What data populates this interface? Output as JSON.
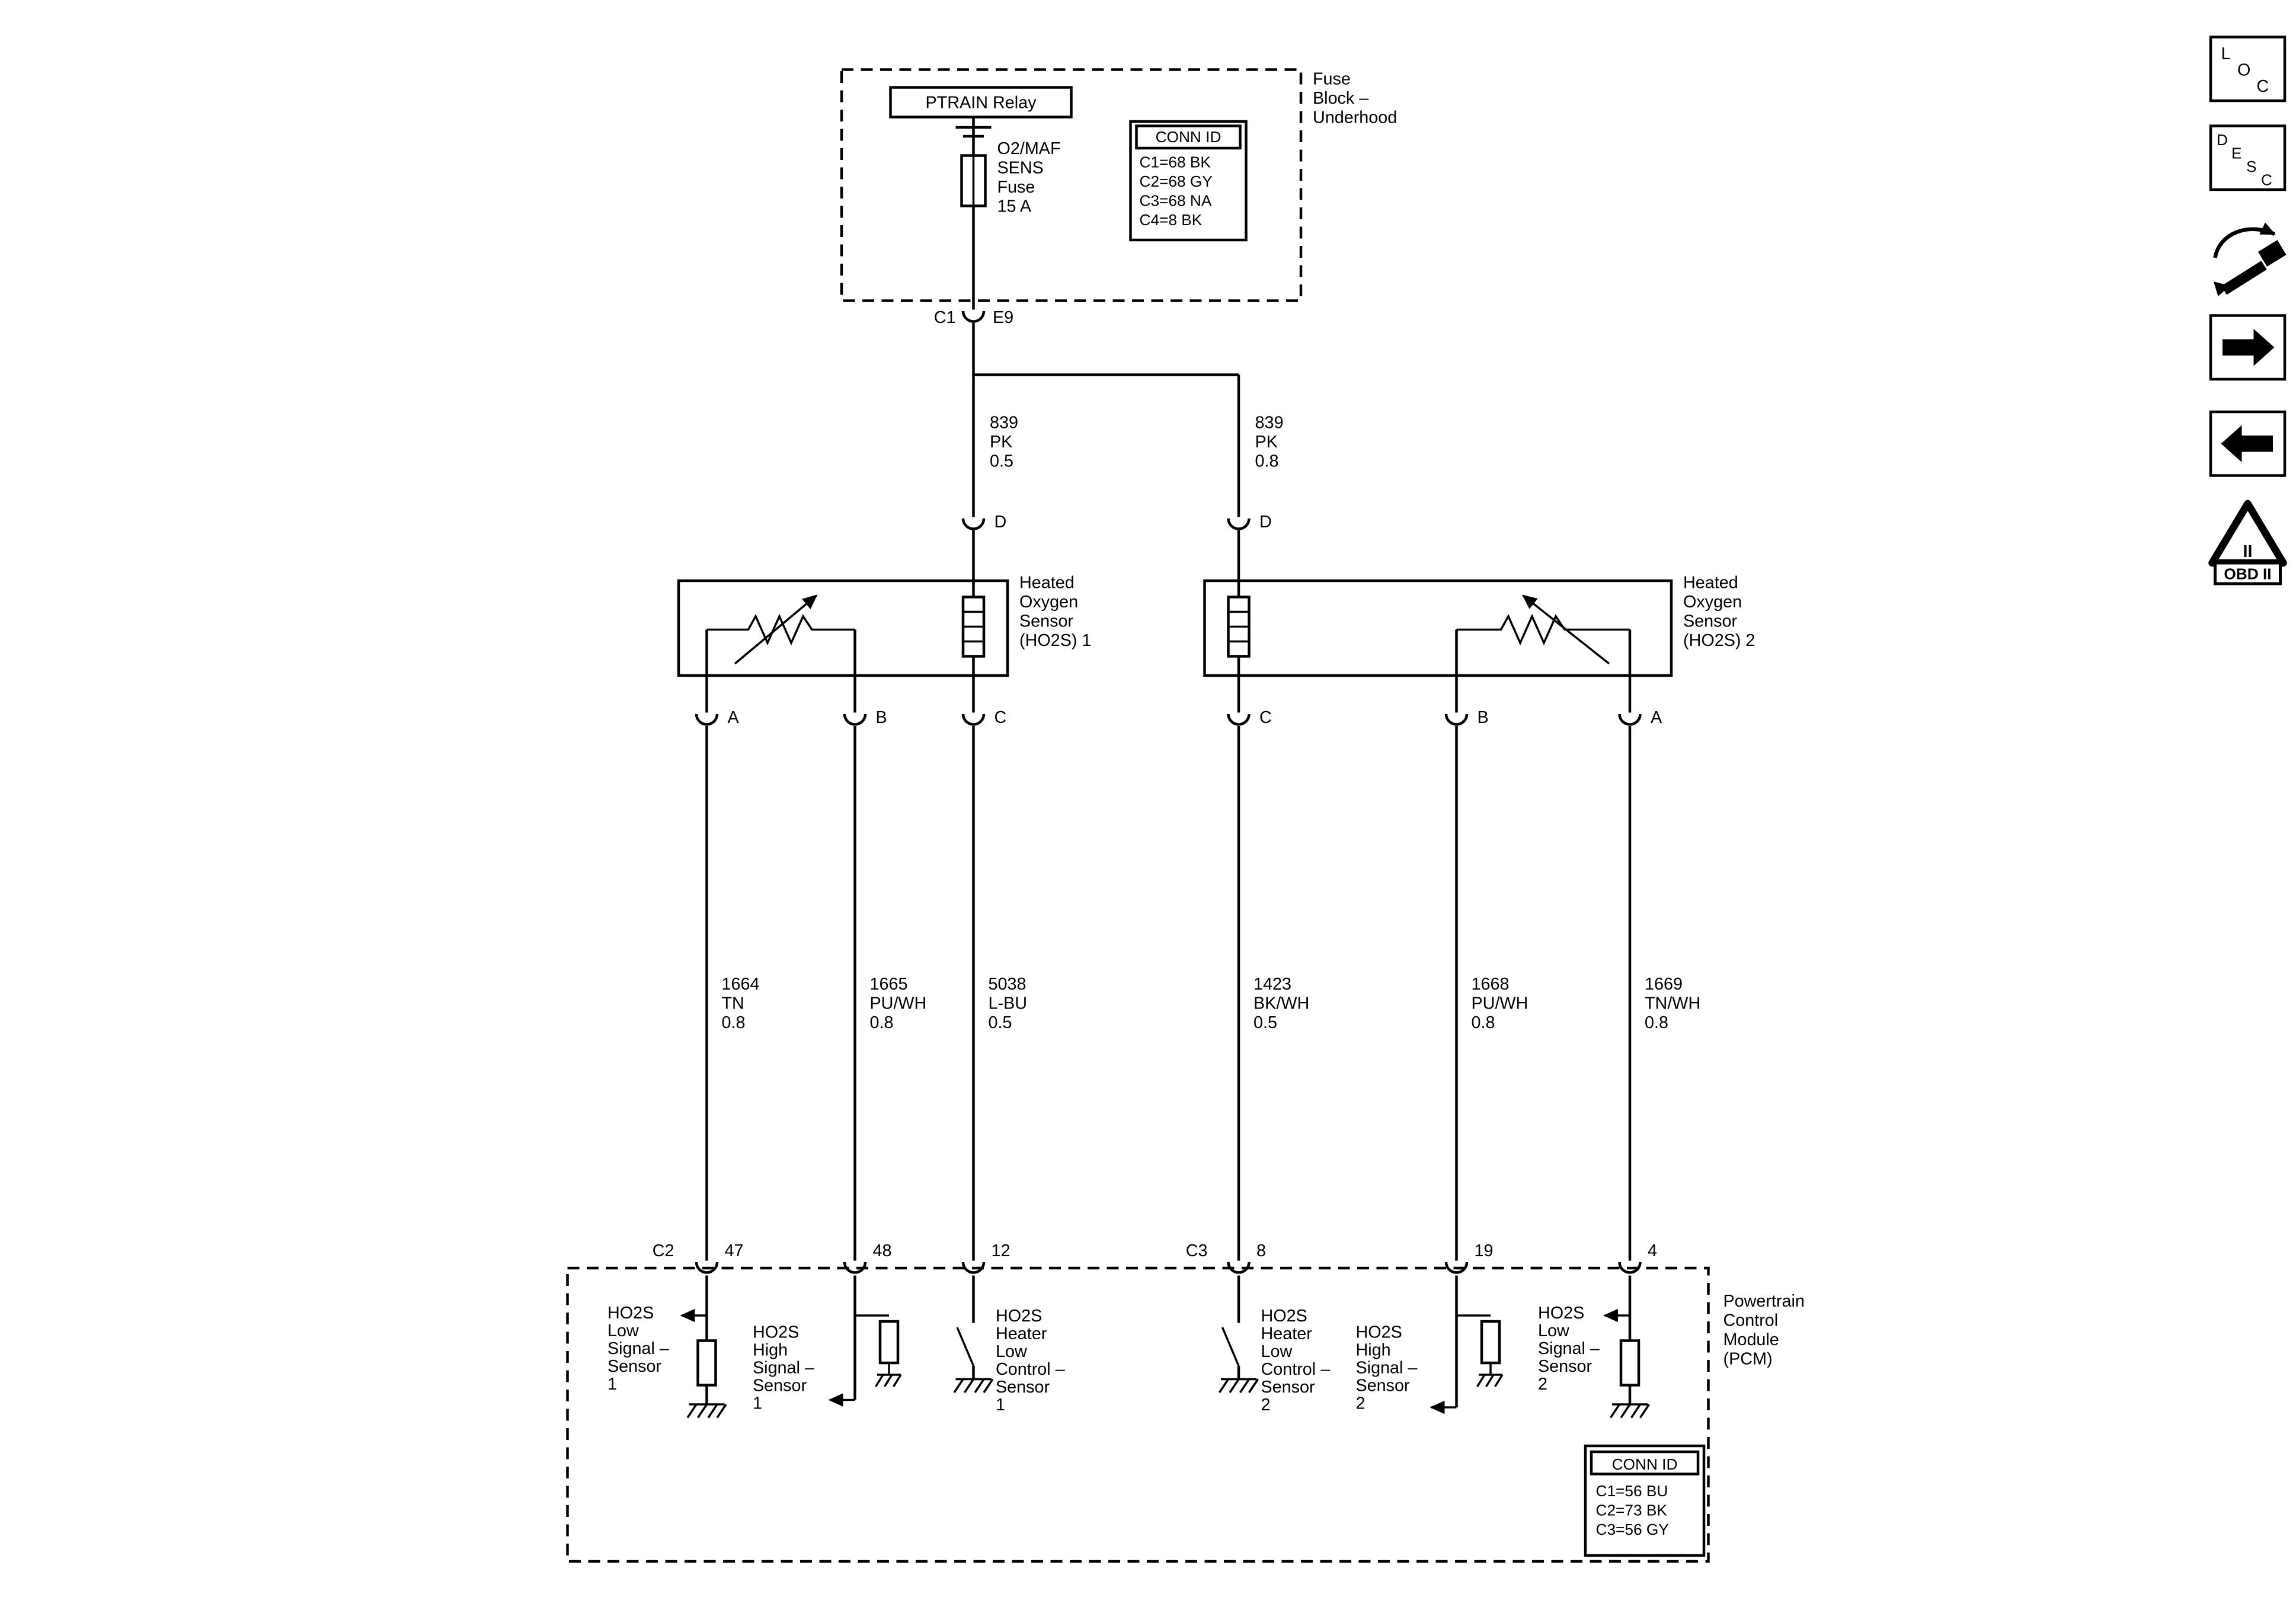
{
  "colors": {
    "ink": "#000000",
    "paper": "#ffffff"
  },
  "fuse_block": {
    "callout": [
      "Fuse",
      "Block –",
      "Underhood"
    ],
    "relay_label": "PTRAIN Relay",
    "fuse_label": [
      "O2/MAF",
      "SENS",
      "Fuse",
      "15 A"
    ],
    "conn_id": {
      "header": "CONN ID",
      "rows": [
        "C1=68 BK",
        "C2=68 GY",
        "C3=68 NA",
        "C4=8 BK"
      ]
    },
    "connector": {
      "name": "C1",
      "pin": "E9"
    }
  },
  "wires": {
    "pk_left": [
      "839",
      "PK",
      "0.5"
    ],
    "pk_right": [
      "839",
      "PK",
      "0.8"
    ],
    "w1664": [
      "1664",
      "TN",
      "0.8"
    ],
    "w1665": [
      "1665",
      "PU/WH",
      "0.8"
    ],
    "w5038": [
      "5038",
      "L-BU",
      "0.5"
    ],
    "w1423": [
      "1423",
      "BK/WH",
      "0.5"
    ],
    "w1668": [
      "1668",
      "PU/WH",
      "0.8"
    ],
    "w1669": [
      "1669",
      "TN/WH",
      "0.8"
    ]
  },
  "ho2s1": {
    "callout": [
      "Heated",
      "Oxygen",
      "Sensor",
      "(HO2S) 1"
    ],
    "pin_top": "D",
    "pins": [
      "A",
      "B",
      "C"
    ]
  },
  "ho2s2": {
    "callout": [
      "Heated",
      "Oxygen",
      "Sensor",
      "(HO2S) 2"
    ],
    "pin_top": "D",
    "pins": [
      "C",
      "B",
      "A"
    ]
  },
  "pcm": {
    "callout": [
      "Powertrain",
      "Control",
      "Module",
      "(PCM)"
    ],
    "conn_c2": "C2",
    "conn_c3": "C3",
    "pins": [
      "47",
      "48",
      "12",
      "8",
      "19",
      "4"
    ],
    "functions": {
      "low1": [
        "HO2S",
        "Low",
        "Signal –",
        "Sensor",
        "1"
      ],
      "high1": [
        "HO2S",
        "High",
        "Signal –",
        "Sensor",
        "1"
      ],
      "heater1": [
        "HO2S",
        "Heater",
        "Low",
        "Control –",
        "Sensor",
        "1"
      ],
      "heater2": [
        "HO2S",
        "Heater",
        "Low",
        "Control –",
        "Sensor",
        "2"
      ],
      "high2": [
        "HO2S",
        "High",
        "Signal –",
        "Sensor",
        "2"
      ],
      "low2": [
        "HO2S",
        "Low",
        "Signal –",
        "Sensor",
        "2"
      ]
    },
    "conn_id": {
      "header": "CONN ID",
      "rows": [
        "C1=56 BU",
        "C2=73 BK",
        "C3=56 GY"
      ]
    }
  },
  "sidebar": {
    "loc": [
      "L",
      "O",
      "C"
    ],
    "desc": [
      "D",
      "E",
      "S",
      "C"
    ],
    "obd": {
      "numeral": "II",
      "label": "OBD II"
    },
    "icons": [
      "loc-link",
      "desc-link",
      "wrench-arrow-icon",
      "arrow-right-icon",
      "arrow-left-icon",
      "obd-ii-icon"
    ]
  }
}
